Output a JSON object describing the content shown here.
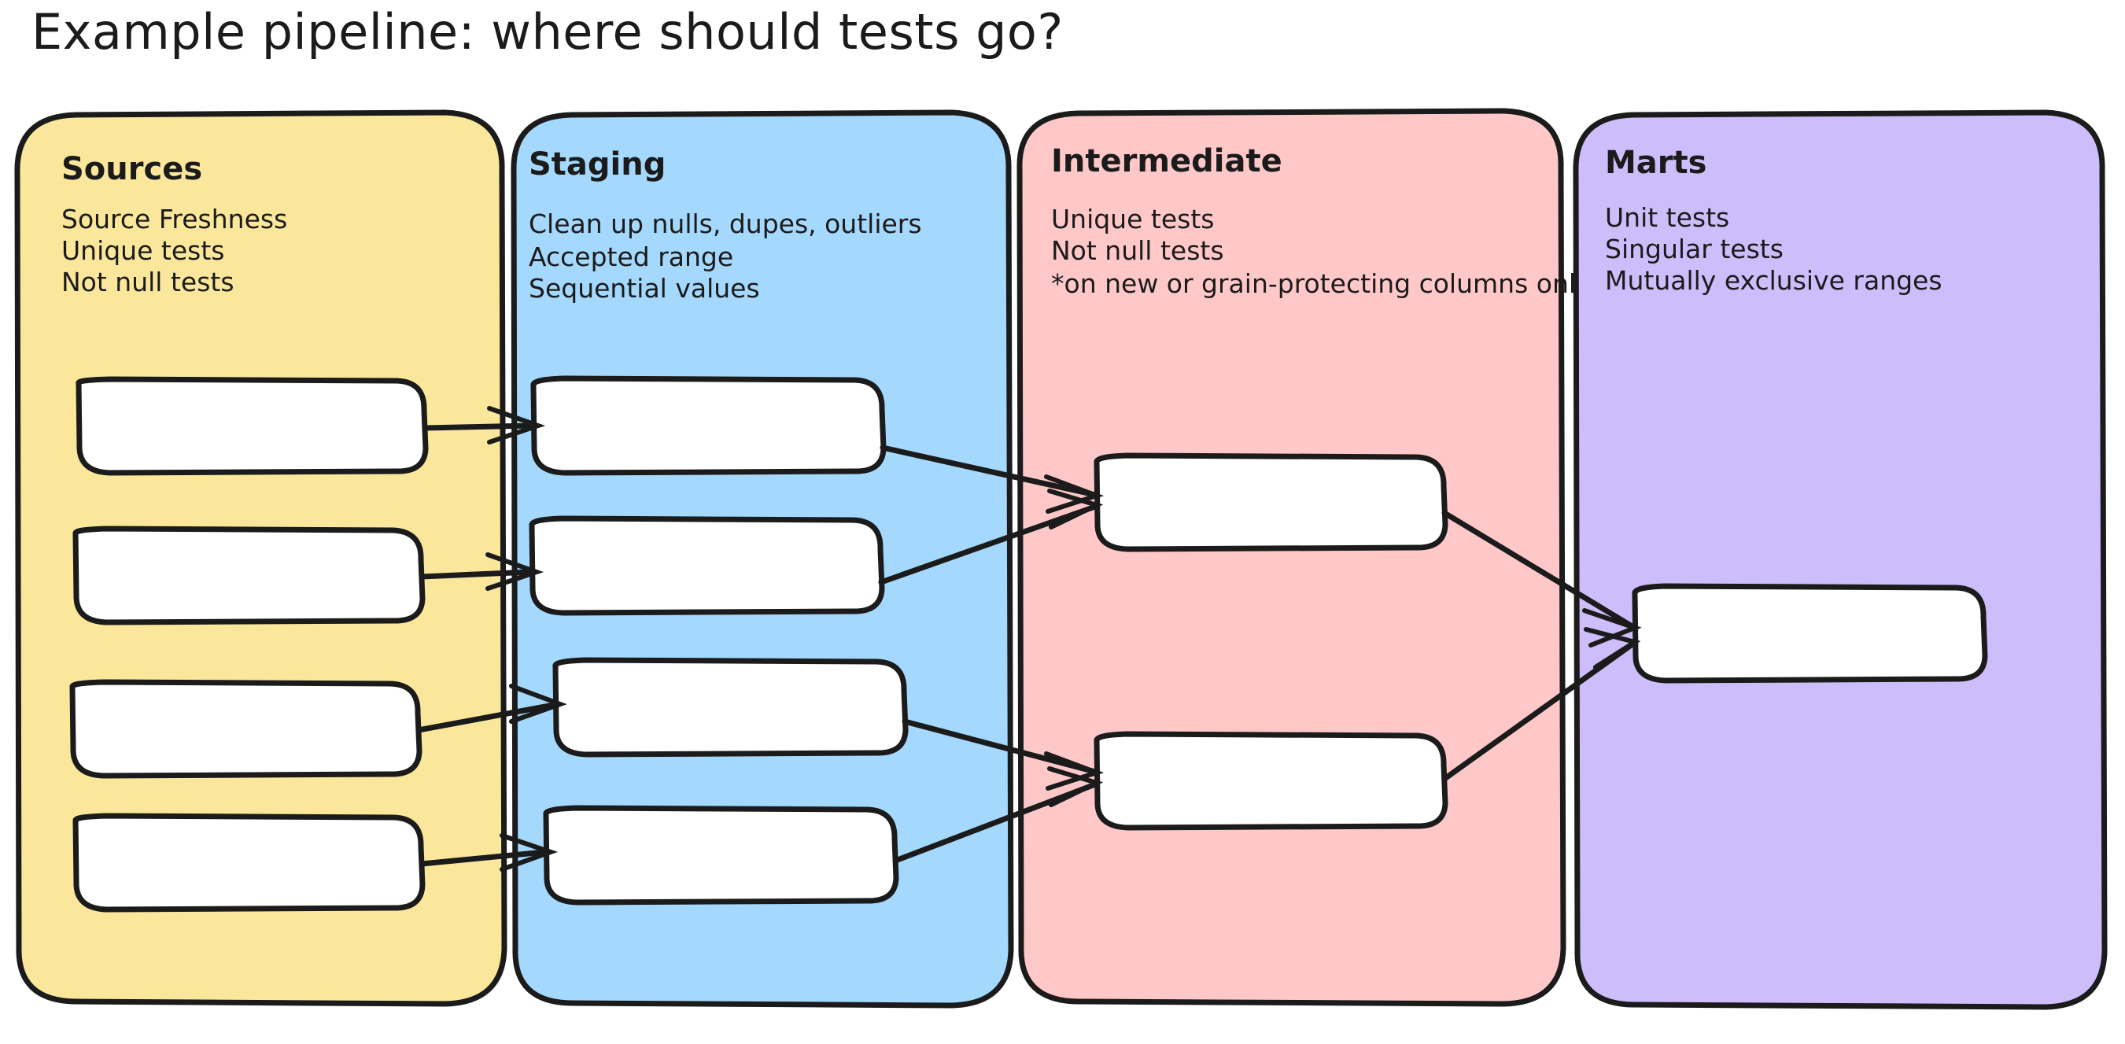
{
  "page": {
    "title": "Example pipeline: where should tests go?",
    "background_color": "#ffffff",
    "ink_color": "#1b1b1b"
  },
  "lanes": [
    {
      "id": "sources",
      "title": "Sources",
      "color": "#fae79b",
      "lines": [
        "Source Freshness",
        "Unique tests",
        "Not null tests"
      ],
      "node_count": 4
    },
    {
      "id": "staging",
      "title": "Staging",
      "color": "#a4d8fd",
      "lines": [
        "Clean up nulls, dupes, outliers",
        "Accepted range",
        "Sequential values"
      ],
      "node_count": 4
    },
    {
      "id": "intermediate",
      "title": "Intermediate",
      "color": "#ffc8c8",
      "lines": [
        "Unique tests",
        "Not null tests",
        "*on new or grain-protecting columns only"
      ],
      "node_count": 2
    },
    {
      "id": "marts",
      "title": "Marts",
      "color": "#cdbdfb",
      "lines": [
        "Unit tests",
        "Singular tests",
        "Mutually exclusive ranges"
      ],
      "node_count": 1
    }
  ],
  "chart_data": {
    "type": "diagram",
    "title": "Example pipeline: where should tests go?",
    "layout": "left-to-right swimlanes",
    "lane_order": [
      "Sources",
      "Staging",
      "Intermediate",
      "Marts"
    ],
    "node_counts": {
      "Sources": 4,
      "Staging": 4,
      "Intermediate": 2,
      "Marts": 1
    },
    "nodes": [
      {
        "id": "src1",
        "lane": "Sources",
        "label": ""
      },
      {
        "id": "src2",
        "lane": "Sources",
        "label": ""
      },
      {
        "id": "src3",
        "lane": "Sources",
        "label": ""
      },
      {
        "id": "src4",
        "lane": "Sources",
        "label": ""
      },
      {
        "id": "stg1",
        "lane": "Staging",
        "label": ""
      },
      {
        "id": "stg2",
        "lane": "Staging",
        "label": ""
      },
      {
        "id": "stg3",
        "lane": "Staging",
        "label": ""
      },
      {
        "id": "stg4",
        "lane": "Staging",
        "label": ""
      },
      {
        "id": "int1",
        "lane": "Intermediate",
        "label": ""
      },
      {
        "id": "int2",
        "lane": "Intermediate",
        "label": ""
      },
      {
        "id": "mart1",
        "lane": "Marts",
        "label": ""
      }
    ],
    "edges": [
      {
        "from": "src1",
        "to": "stg1"
      },
      {
        "from": "src2",
        "to": "stg2"
      },
      {
        "from": "src3",
        "to": "stg3"
      },
      {
        "from": "src4",
        "to": "stg4"
      },
      {
        "from": "stg1",
        "to": "int1"
      },
      {
        "from": "stg2",
        "to": "int1"
      },
      {
        "from": "stg3",
        "to": "int2"
      },
      {
        "from": "stg4",
        "to": "int2"
      },
      {
        "from": "int1",
        "to": "mart1"
      },
      {
        "from": "int2",
        "to": "mart1"
      }
    ]
  }
}
